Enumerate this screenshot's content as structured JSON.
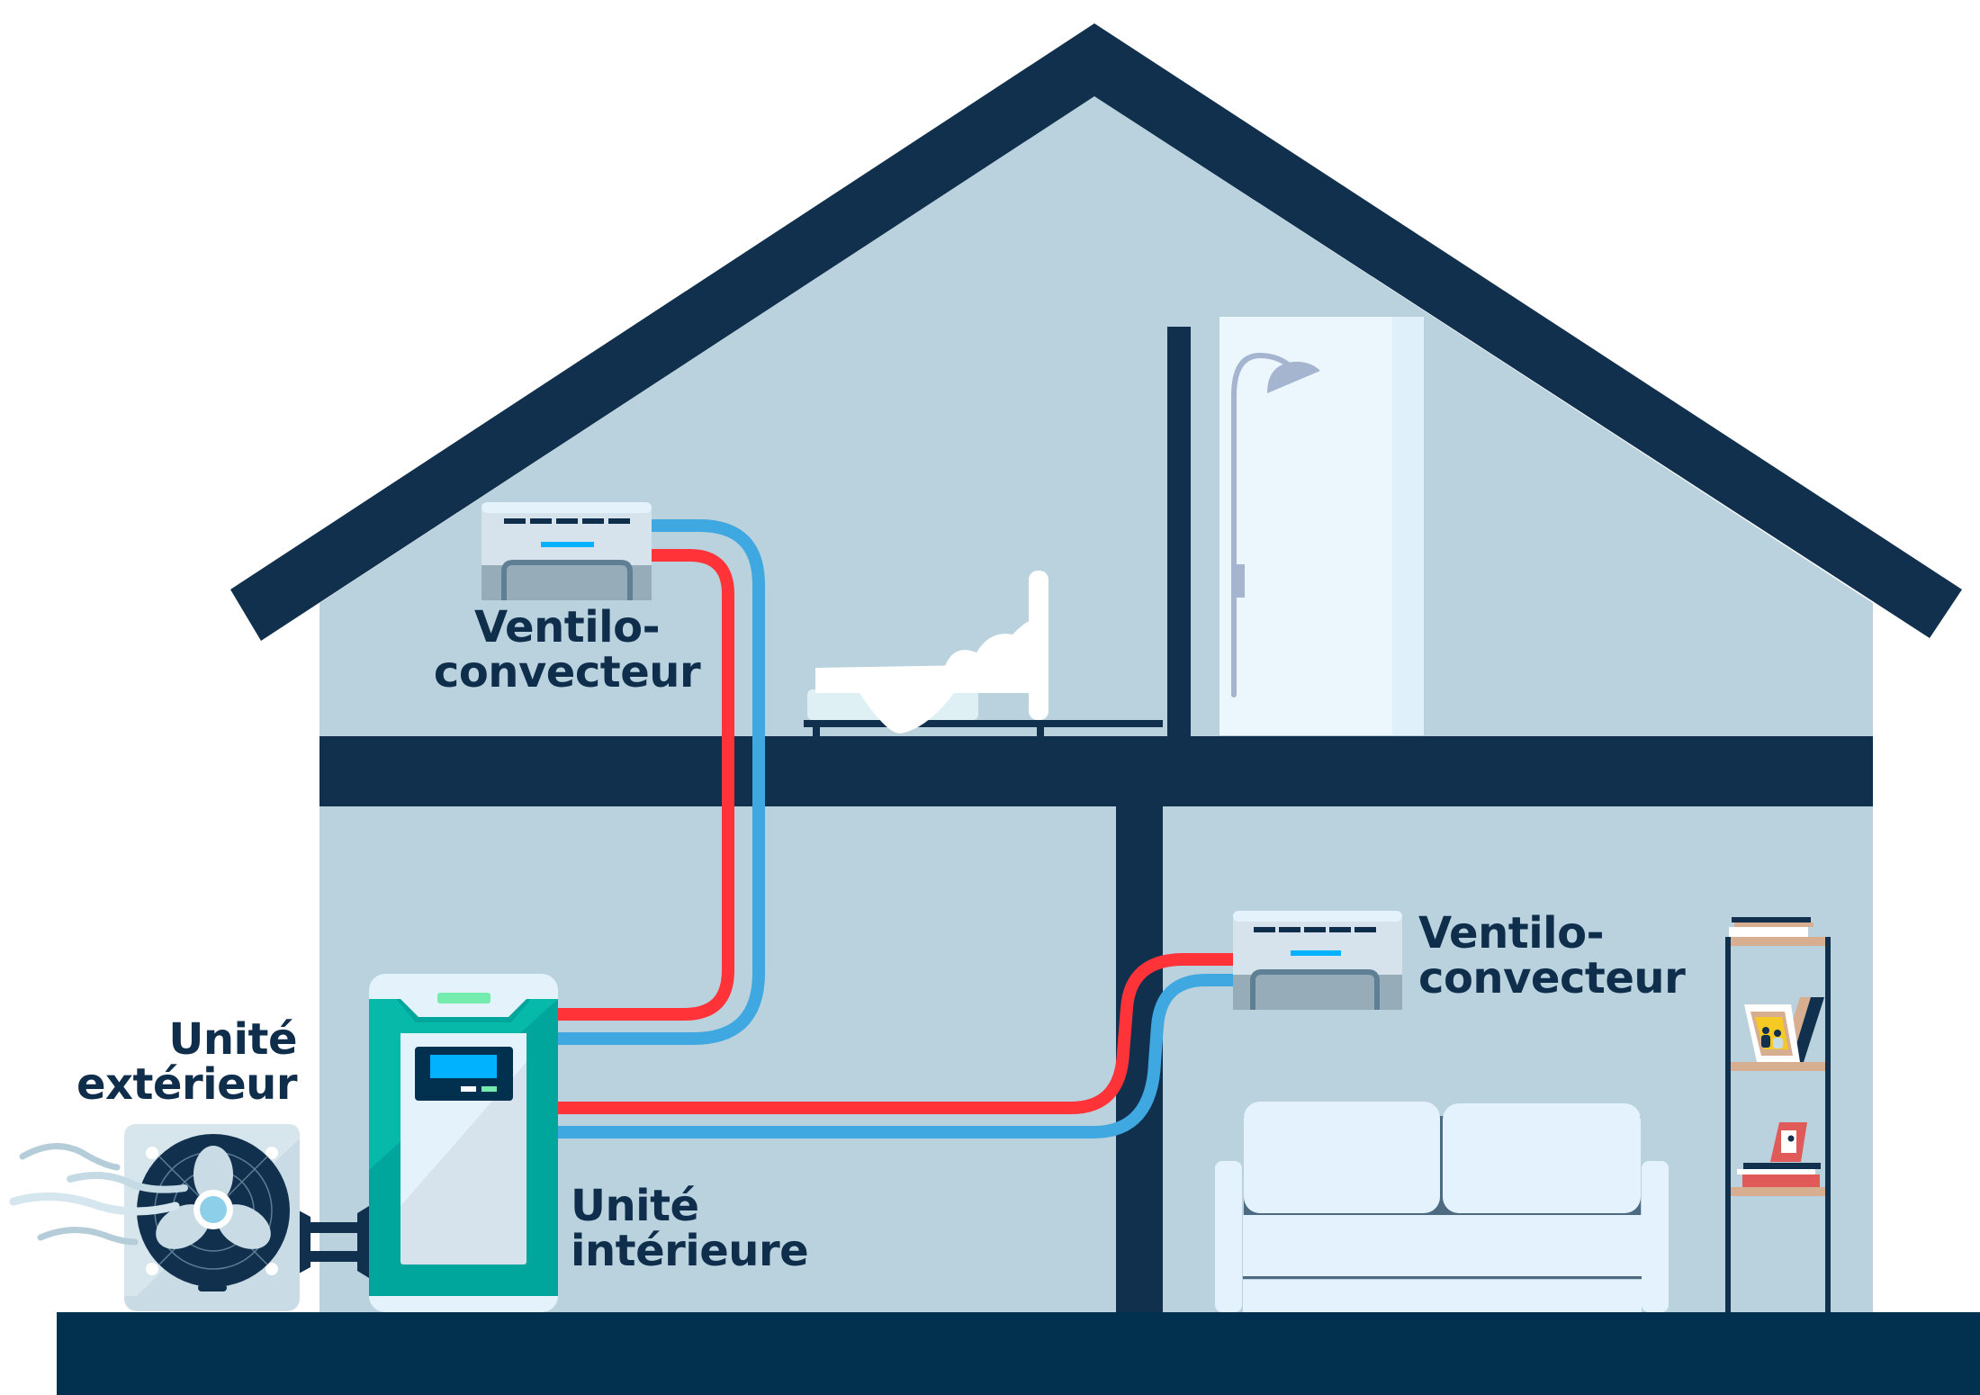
{
  "title": "Pompe à chaleur air-eau avec ventilo-convecteurs",
  "labels": {
    "outdoor_unit": {
      "line1": "Unité",
      "line2": "extérieur"
    },
    "indoor_unit": {
      "line1": "Unité",
      "line2": "intérieure"
    },
    "fan_coil_upper": {
      "line1": "Ventilo-",
      "line2": "convecteur"
    },
    "fan_coil_lower": {
      "line1": "Ventilo-",
      "line2": "convecteur"
    }
  },
  "rooms": {
    "upper_floor": [
      "bedroom",
      "bathroom-shower"
    ],
    "ground_floor": [
      "technical-area",
      "living-room"
    ]
  },
  "circuits": [
    {
      "name": "supply",
      "meaning": "hot water flow",
      "color": "#ff3338"
    },
    {
      "name": "return",
      "meaning": "cold water return",
      "color": "#40a8e0"
    }
  ],
  "colors": {
    "structure": "#10304d",
    "wall_fill": "#b9d2dd",
    "text": "#0f2e4c",
    "indoor_unit_teal": "#07b9a9",
    "indoor_unit_teal_dark": "#00a59c",
    "display_screen": "#00b2ff",
    "indicator_green": "#74ecae",
    "shelf_wood": "#d7ae90",
    "accent_red": "#e05a5a",
    "frame_yellow": "#f7c924"
  }
}
